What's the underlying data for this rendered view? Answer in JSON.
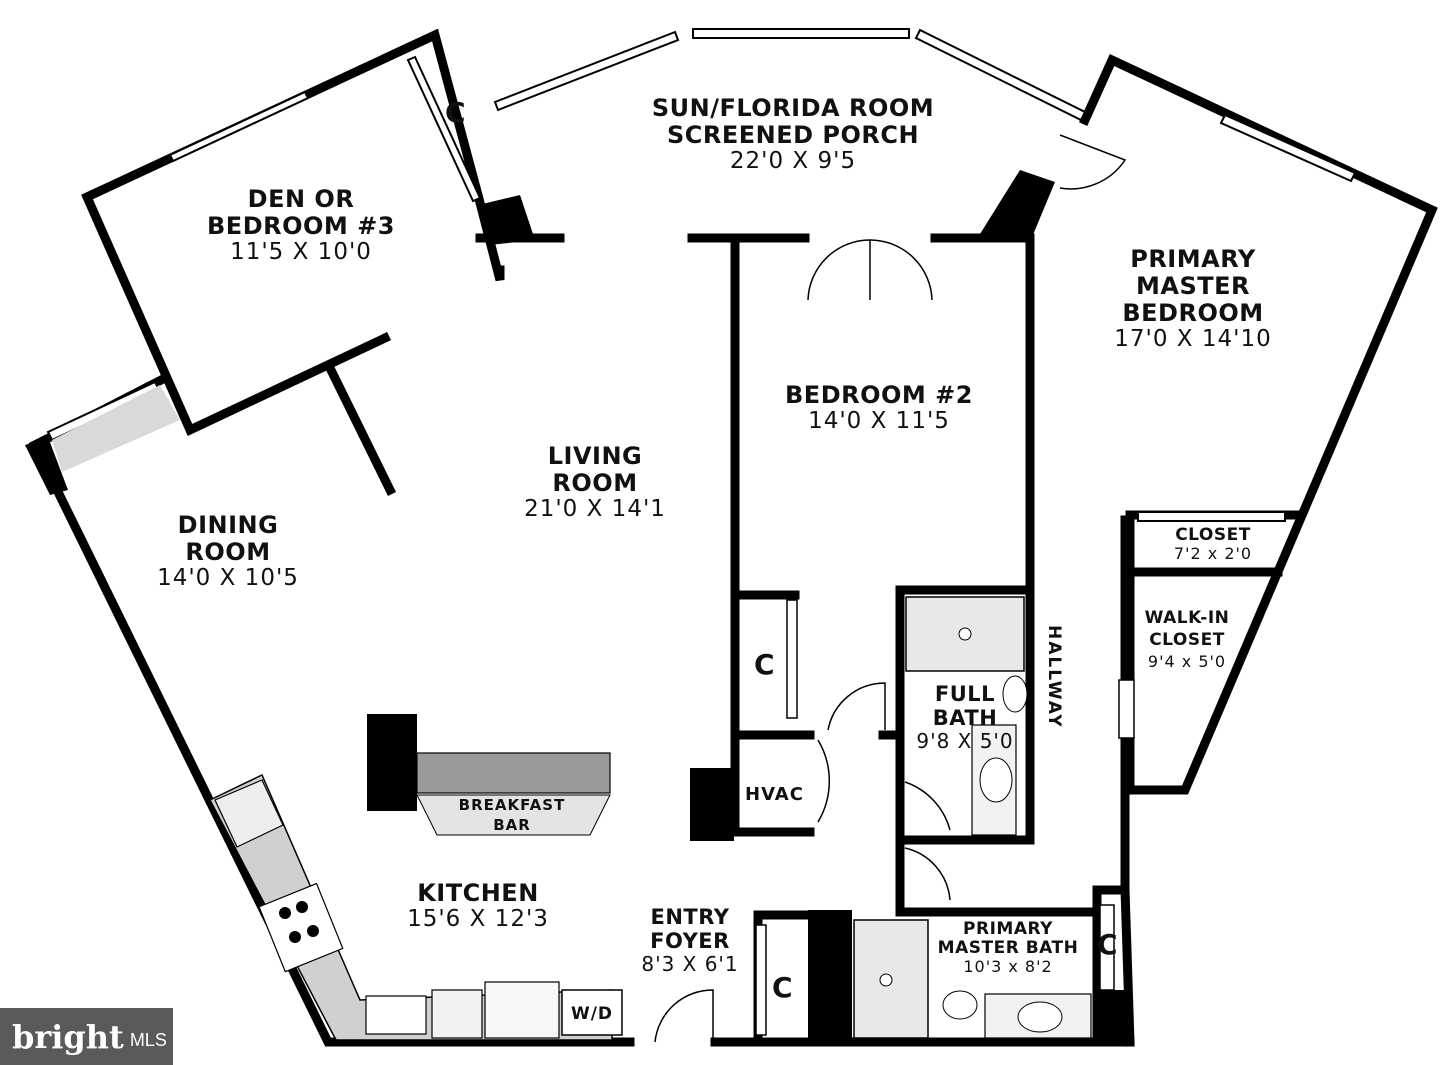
{
  "plan": {
    "rooms": {
      "sun": {
        "name_1": "SUN/FLORIDA ROOM",
        "name_2": "SCREENED PORCH",
        "dims": "22'0 X 9'5"
      },
      "den": {
        "name_1": "DEN OR",
        "name_2": "BEDROOM #3",
        "dims": "11'5 X 10'0"
      },
      "primary": {
        "name_1": "PRIMARY",
        "name_2": "MASTER",
        "name_3": "BEDROOM",
        "dims": "17'0 X 14'10"
      },
      "bed2": {
        "name_1": "BEDROOM #2",
        "dims": "14'0 X 11'5"
      },
      "living": {
        "name_1": "LIVING",
        "name_2": "ROOM",
        "dims": "21'0 X 14'1"
      },
      "dining": {
        "name_1": "DINING",
        "name_2": "ROOM",
        "dims": "14'0 X 10'5"
      },
      "closet": {
        "name_1": "CLOSET",
        "dims": "7'2 x 2'0"
      },
      "walkin": {
        "name_1": "WALK-IN",
        "name_2": "CLOSET",
        "dims": "9'4 x 5'0"
      },
      "fullbath": {
        "name_1": "FULL",
        "name_2": "BATH",
        "dims": "9'8 X 5'0"
      },
      "kitchen": {
        "name_1": "KITCHEN",
        "dims": "15'6 X 12'3"
      },
      "entry": {
        "name_1": "ENTRY",
        "name_2": "FOYER",
        "dims": "8'3 X 6'1"
      },
      "masterbath": {
        "name_1": "PRIMARY",
        "name_2": "MASTER BATH",
        "dims": "10'3 x 8'2"
      }
    },
    "labels": {
      "closet_c": "C",
      "hvac": "HVAC",
      "hallway": "HALLWAY",
      "breakfast_1": "BREAKFAST",
      "breakfast_2": "BAR",
      "washer_dryer": "W/D"
    }
  },
  "watermark": {
    "brand": "bright",
    "suffix": "MLS"
  }
}
